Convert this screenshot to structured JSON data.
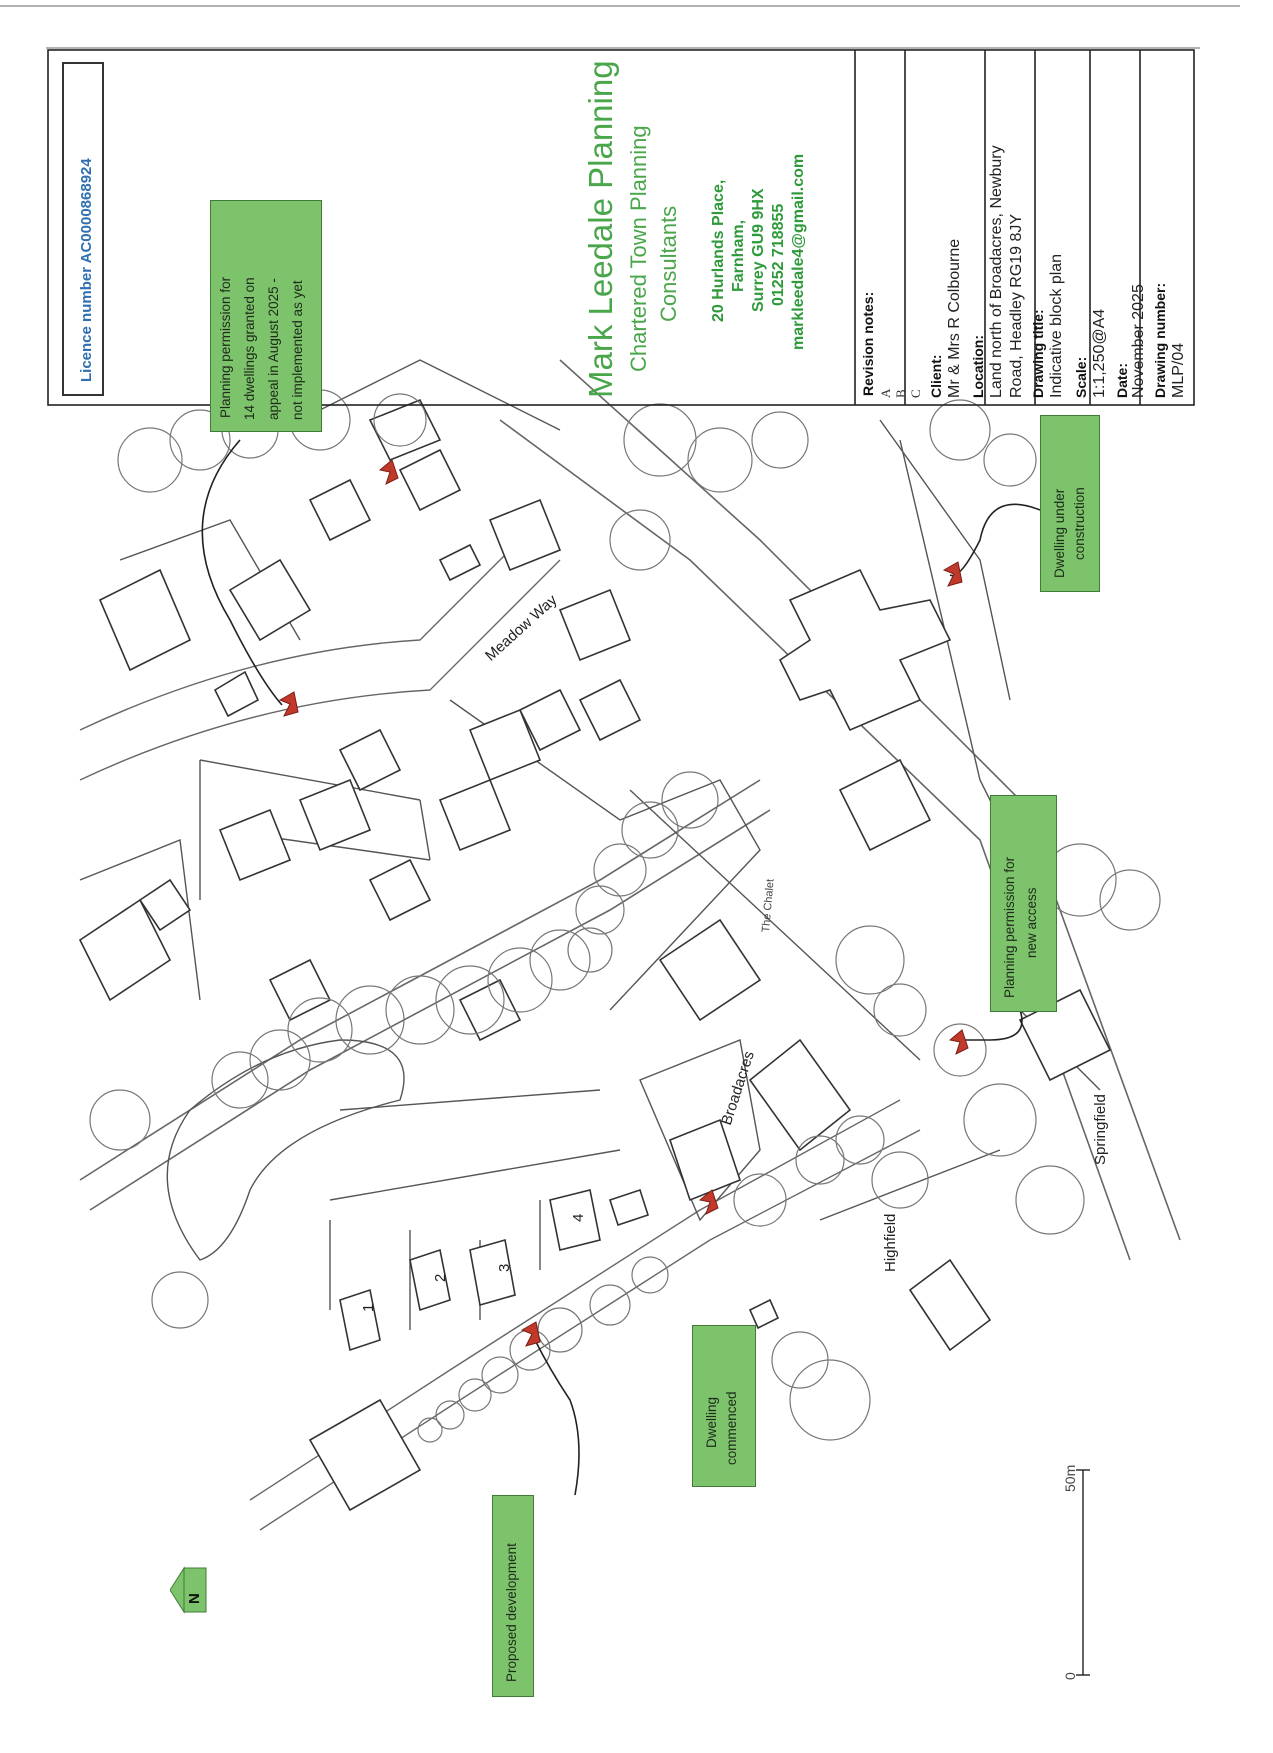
{
  "licence": {
    "text": "Licence number AC0000868924"
  },
  "callouts": {
    "planning_14": {
      "lines": [
        "Planning permission for",
        "14 dwellings granted on",
        "appeal in August 2025 -",
        "not implemented as yet"
      ]
    },
    "under_construction": {
      "lines": [
        "Dwelling under",
        "construction"
      ]
    },
    "new_access": {
      "lines": [
        "Planning permission for",
        "new access"
      ]
    },
    "dwelling_commenced": {
      "lines": [
        "Dwelling",
        "commenced"
      ]
    },
    "proposed": {
      "lines": [
        "Proposed development"
      ]
    }
  },
  "firm": {
    "name": "Mark Leedale Planning",
    "subtitle_1": "Chartered Town Planning",
    "subtitle_2": "Consultants",
    "address_lines": [
      "20 Hurlands Place,",
      "Farnham,",
      "Surrey GU9 9HX",
      "01252 718855",
      "markleedale4@gmail.com"
    ]
  },
  "title_block": {
    "revision_label": "Revision notes:",
    "revisions": [
      "A",
      "B",
      "C"
    ],
    "client_label": "Client:",
    "client_value": "Mr & Mrs R Colbourne",
    "location_label": "Location:",
    "location_lines": [
      "Land north of Broadacres, Newbury",
      "Road, Headley RG19 8JY"
    ],
    "drawing_title_label": "Drawing title:",
    "drawing_title_value": "Indicative block plan",
    "scale_label": "Scale:",
    "scale_value": "1:1,250@A4",
    "date_label": "Date:",
    "date_value": "November 2025",
    "drawing_number_label": "Drawing number:",
    "drawing_number_value": "MLP/04"
  },
  "map_labels": {
    "meadow_way": "Meadow Way",
    "the_chalet": "The Chalet",
    "broadacres": "Broadacres",
    "highfield": "Highfield",
    "springfield": "Springfield",
    "plots": [
      "1",
      "2",
      "3",
      "4"
    ]
  },
  "north": "N",
  "scale_bar": {
    "start": "0",
    "end": "50m"
  },
  "colors": {
    "callout_green": "#7cc36b",
    "firm_green": "#4aa64a",
    "licence_blue": "#2f6fb0",
    "arrow_red": "#c0392b"
  }
}
